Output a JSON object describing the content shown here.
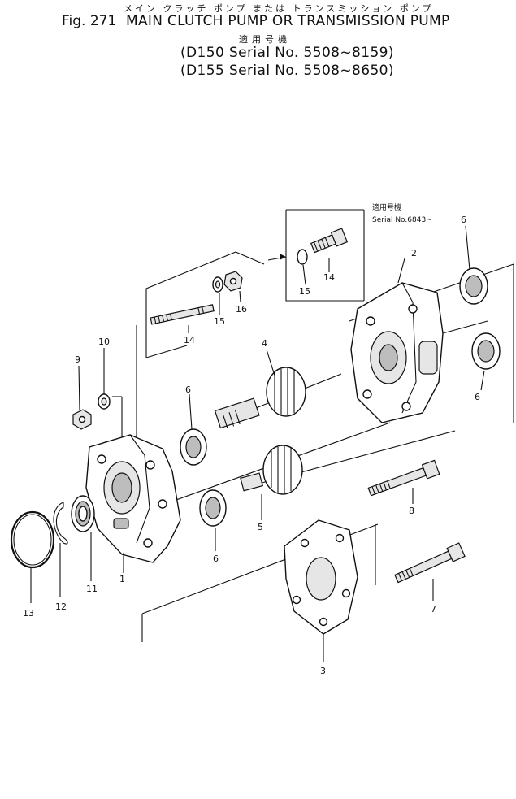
{
  "header": {
    "kana_line": "メイン クラッチ ポンプ または トランスミッション ポンプ",
    "fig_label": "Fig. 271",
    "title": "MAIN CLUTCH PUMP OR TRANSMISSION PUMP",
    "applicable_label": "適用号機",
    "serial_lines": [
      "(D150 Serial No. 5508~8159)",
      "(D155 Serial No. 5508~8650)"
    ]
  },
  "inset_note": {
    "line1": "適用号機",
    "line2": "Serial No.6843~"
  },
  "callouts": {
    "p1": "1",
    "p2": "2",
    "p3": "3",
    "p4": "4",
    "p5": "5",
    "p6a": "6",
    "p6b": "6",
    "p6c": "6",
    "p6d": "6",
    "p7": "7",
    "p8": "8",
    "p9": "9",
    "p10": "10",
    "p11": "11",
    "p12": "12",
    "p13": "13",
    "p14a": "14",
    "p14b": "14",
    "p15a": "15",
    "p15b": "15",
    "p16": "16"
  }
}
